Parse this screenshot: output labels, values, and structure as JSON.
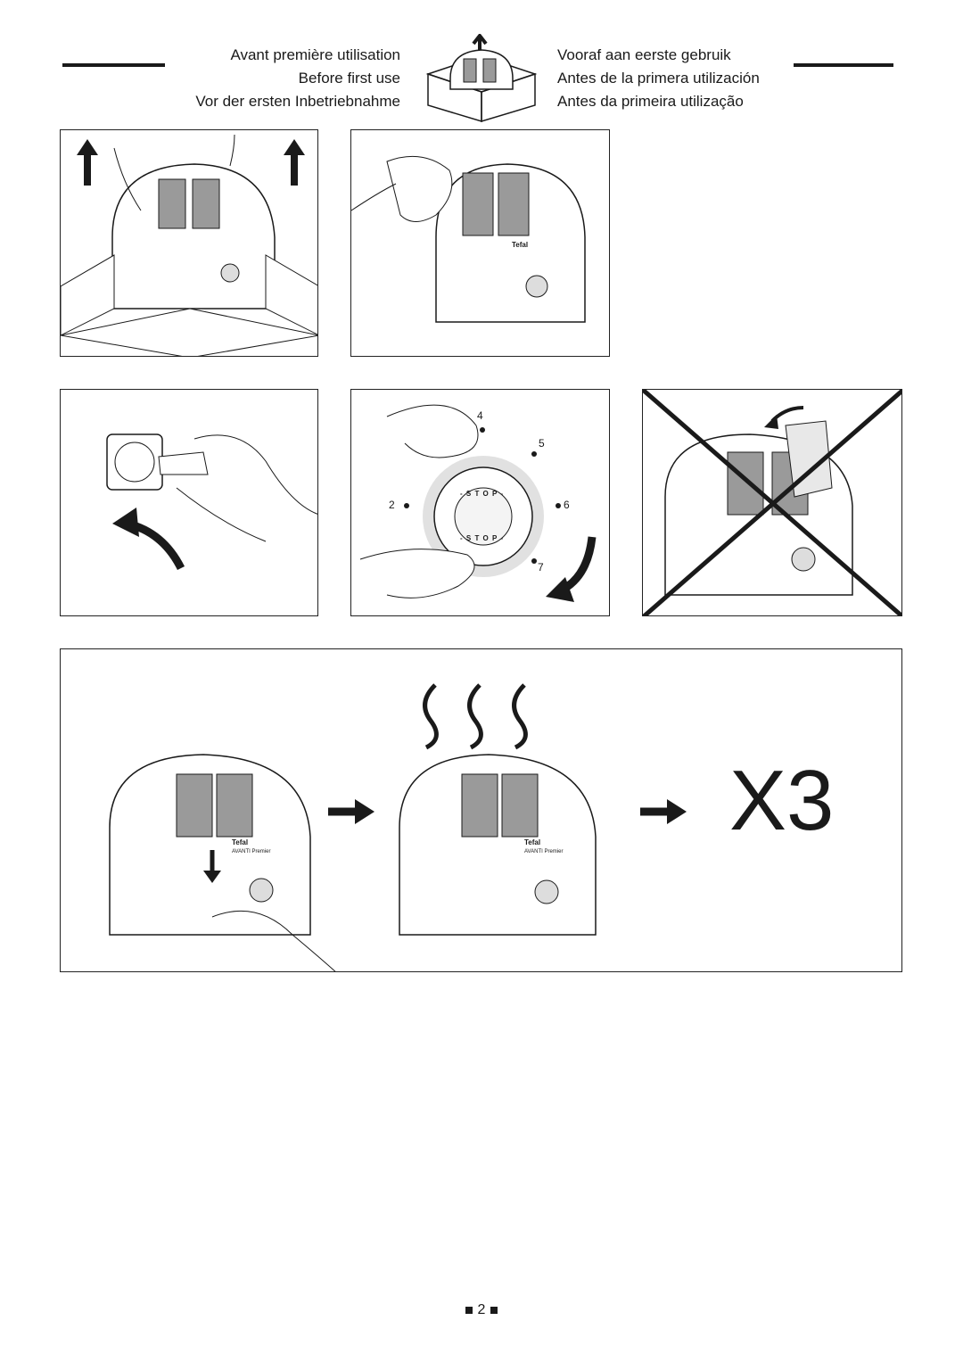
{
  "header": {
    "left_lines": [
      "Avant première utilisation",
      "Before first use",
      "Vor der ersten Inbetriebnahme"
    ],
    "right_lines": [
      "Vooraf aan eerste gebruik",
      "Antes de la primera utilización",
      "Antes da primeira utilização"
    ]
  },
  "toaster": {
    "brand": "Tefal",
    "model": "AVANTI Premier"
  },
  "dial": {
    "markers": [
      "2",
      "4",
      "5",
      "6",
      "7"
    ],
    "stop_text": "- S T O P -",
    "stop_text_lower": "- S T O P -"
  },
  "repeat": {
    "label": "X3"
  },
  "page": {
    "number": "2"
  },
  "icons": [
    "up-arrow-icon",
    "curved-arrow-icon",
    "right-arrow-icon",
    "down-arrow-icon",
    "steam-icon",
    "cross-out-icon"
  ],
  "colors": {
    "ink": "#1a1a1a",
    "slot_fill": "#9a9a9a",
    "glow": "#bdbdbd"
  }
}
